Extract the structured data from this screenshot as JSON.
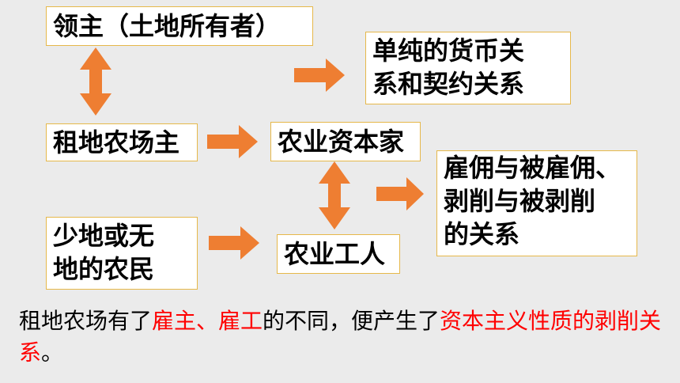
{
  "diagram": {
    "nodes": {
      "lord": {
        "lines": [
          "领主（土地所有者）"
        ]
      },
      "money_contract": {
        "lines": [
          "单纯的货币关",
          "系和契约关系"
        ]
      },
      "tenant_farmer": {
        "lines": [
          "租地农场主"
        ]
      },
      "capitalist": {
        "lines": [
          "农业资本家"
        ]
      },
      "employment_exploitation": {
        "lines": [
          "雇佣与被雇佣、",
          "剥削与被剥削",
          "的关系"
        ]
      },
      "landless_peasants": {
        "lines": [
          "少地或无",
          "地的农民"
        ]
      },
      "worker": {
        "lines": [
          "农业工人"
        ]
      }
    },
    "edges": [
      {
        "from": "lord",
        "to": "tenant_farmer",
        "type": "double"
      },
      {
        "from": "lord",
        "to": "money_contract",
        "type": "single"
      },
      {
        "from": "tenant_farmer",
        "to": "capitalist",
        "type": "single"
      },
      {
        "from": "landless_peasants",
        "to": "worker",
        "type": "single"
      },
      {
        "from": "capitalist",
        "to": "worker",
        "type": "double"
      },
      {
        "from": "worker",
        "to": "employment_exploitation",
        "type": "single"
      }
    ],
    "arrow_color": "#ee7e32",
    "border_color": "#e6b84a"
  },
  "caption": {
    "parts": [
      {
        "text": "租地农场有了",
        "highlight": false
      },
      {
        "text": "雇主、雇工",
        "highlight": true
      },
      {
        "text": "的不同，便产生了",
        "highlight": false
      },
      {
        "text": "资本主义性质的剥削关系",
        "highlight": true
      },
      {
        "text": "。",
        "highlight": false
      }
    ],
    "highlight_color": "#ff0000"
  }
}
